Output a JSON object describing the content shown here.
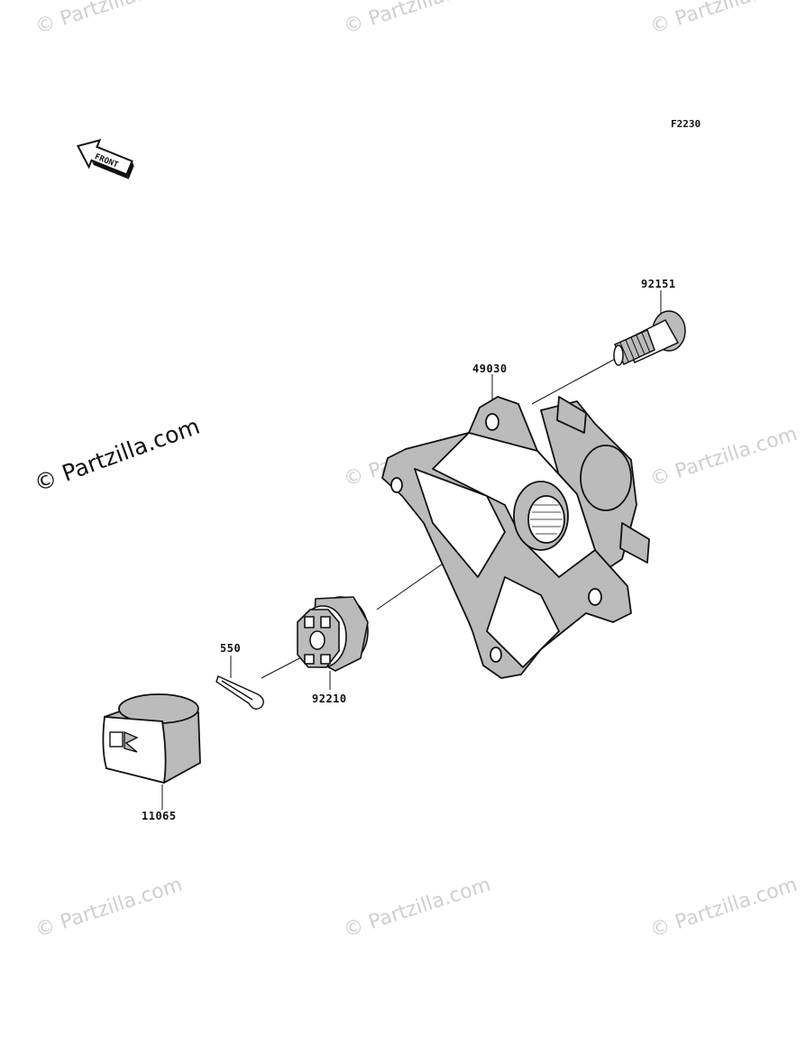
{
  "diagram": {
    "code": "F2230",
    "front_label": "FRONT",
    "watermark": "© Partzilla.com",
    "watermark_main": "© Partzilla.com",
    "parts": {
      "bolt": "92151",
      "hub": "49030",
      "cotter_pin": "550",
      "nut": "92210",
      "cap": "11065"
    }
  }
}
